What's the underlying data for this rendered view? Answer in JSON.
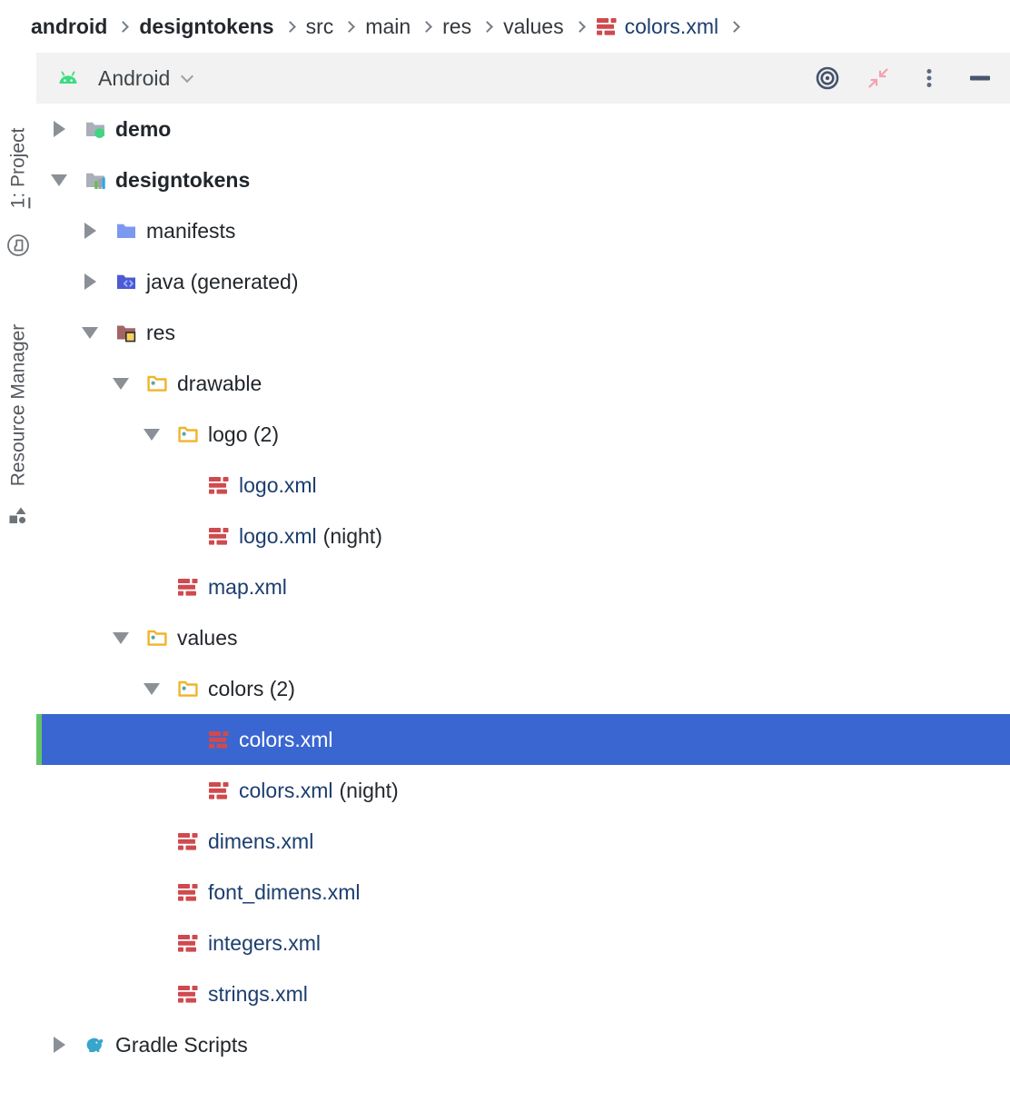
{
  "breadcrumb": {
    "items": [
      {
        "label": "android",
        "bold": true
      },
      {
        "label": "designtokens",
        "bold": true
      },
      {
        "label": "src",
        "bold": false
      },
      {
        "label": "main",
        "bold": false
      },
      {
        "label": "res",
        "bold": false
      },
      {
        "label": "values",
        "bold": false
      },
      {
        "label": "colors.xml",
        "bold": false,
        "icon": "xml-file",
        "highlight": true
      }
    ],
    "separator_icon": "chevron-right-icon"
  },
  "left_stripe": {
    "project": {
      "mnemonic": "1",
      "rest": ": Project",
      "icon": "project-toolwindow"
    },
    "resource_manager": {
      "label": "Resource Manager",
      "icon": "resource-manager"
    }
  },
  "toolwindow_header": {
    "view_selector": "Android",
    "view_selector_icon": "android-head",
    "actions": [
      {
        "name": "locate-file",
        "icon": "bullseye-target"
      },
      {
        "name": "collapse-all",
        "icon": "collapse-arrows"
      },
      {
        "name": "more-options",
        "icon": "kebab-menu"
      },
      {
        "name": "hide-toolwindow",
        "icon": "minimize-bar"
      }
    ]
  },
  "tree": {
    "rows": [
      {
        "label": "demo",
        "level": 0,
        "state": "collapsed",
        "icon": "module-app",
        "bold": true
      },
      {
        "label": "designtokens",
        "level": 0,
        "state": "expanded",
        "icon": "module-library",
        "bold": true
      },
      {
        "label": "manifests",
        "level": 1,
        "state": "collapsed",
        "icon": "folder-manifests"
      },
      {
        "label": "java (generated)",
        "level": 1,
        "state": "collapsed",
        "icon": "folder-java-generated"
      },
      {
        "label": "res",
        "level": 1,
        "state": "expanded",
        "icon": "folder-res"
      },
      {
        "label": "drawable",
        "level": 2,
        "state": "expanded",
        "icon": "folder-resource"
      },
      {
        "label": "logo (2)",
        "level": 3,
        "state": "expanded",
        "icon": "folder-resource"
      },
      {
        "label": "logo.xml",
        "level": 4,
        "state": "none",
        "icon": "xml-file"
      },
      {
        "label": "logo.xml",
        "suffix": "(night)",
        "level": 4,
        "state": "none",
        "icon": "xml-file"
      },
      {
        "label": "map.xml",
        "level": 3,
        "state": "none",
        "icon": "xml-file"
      },
      {
        "label": "values",
        "level": 2,
        "state": "expanded",
        "icon": "folder-resource"
      },
      {
        "label": "colors (2)",
        "level": 3,
        "state": "expanded",
        "icon": "folder-resource"
      },
      {
        "label": "colors.xml",
        "level": 4,
        "state": "none",
        "icon": "xml-file",
        "selected": true
      },
      {
        "label": "colors.xml",
        "suffix": "(night)",
        "level": 4,
        "state": "none",
        "icon": "xml-file"
      },
      {
        "label": "dimens.xml",
        "level": 3,
        "state": "none",
        "icon": "xml-file"
      },
      {
        "label": "font_dimens.xml",
        "level": 3,
        "state": "none",
        "icon": "xml-file"
      },
      {
        "label": "integers.xml",
        "level": 3,
        "state": "none",
        "icon": "xml-file"
      },
      {
        "label": "strings.xml",
        "level": 3,
        "state": "none",
        "icon": "xml-file"
      },
      {
        "label": "Gradle Scripts",
        "level": 0,
        "state": "collapsed",
        "icon": "gradle"
      }
    ]
  },
  "colors": {
    "selection_background": "#3A66D1",
    "selection_stripe_green": "#62C366",
    "xml_icon_red": "#CF4A4F",
    "file_name_navy": "#1C3E6E",
    "folder_yellow": "#F0B429",
    "android_green": "#3DDC84",
    "header_background": "#F2F2F2",
    "collapse_icon_pink": "#F2A2AE"
  }
}
